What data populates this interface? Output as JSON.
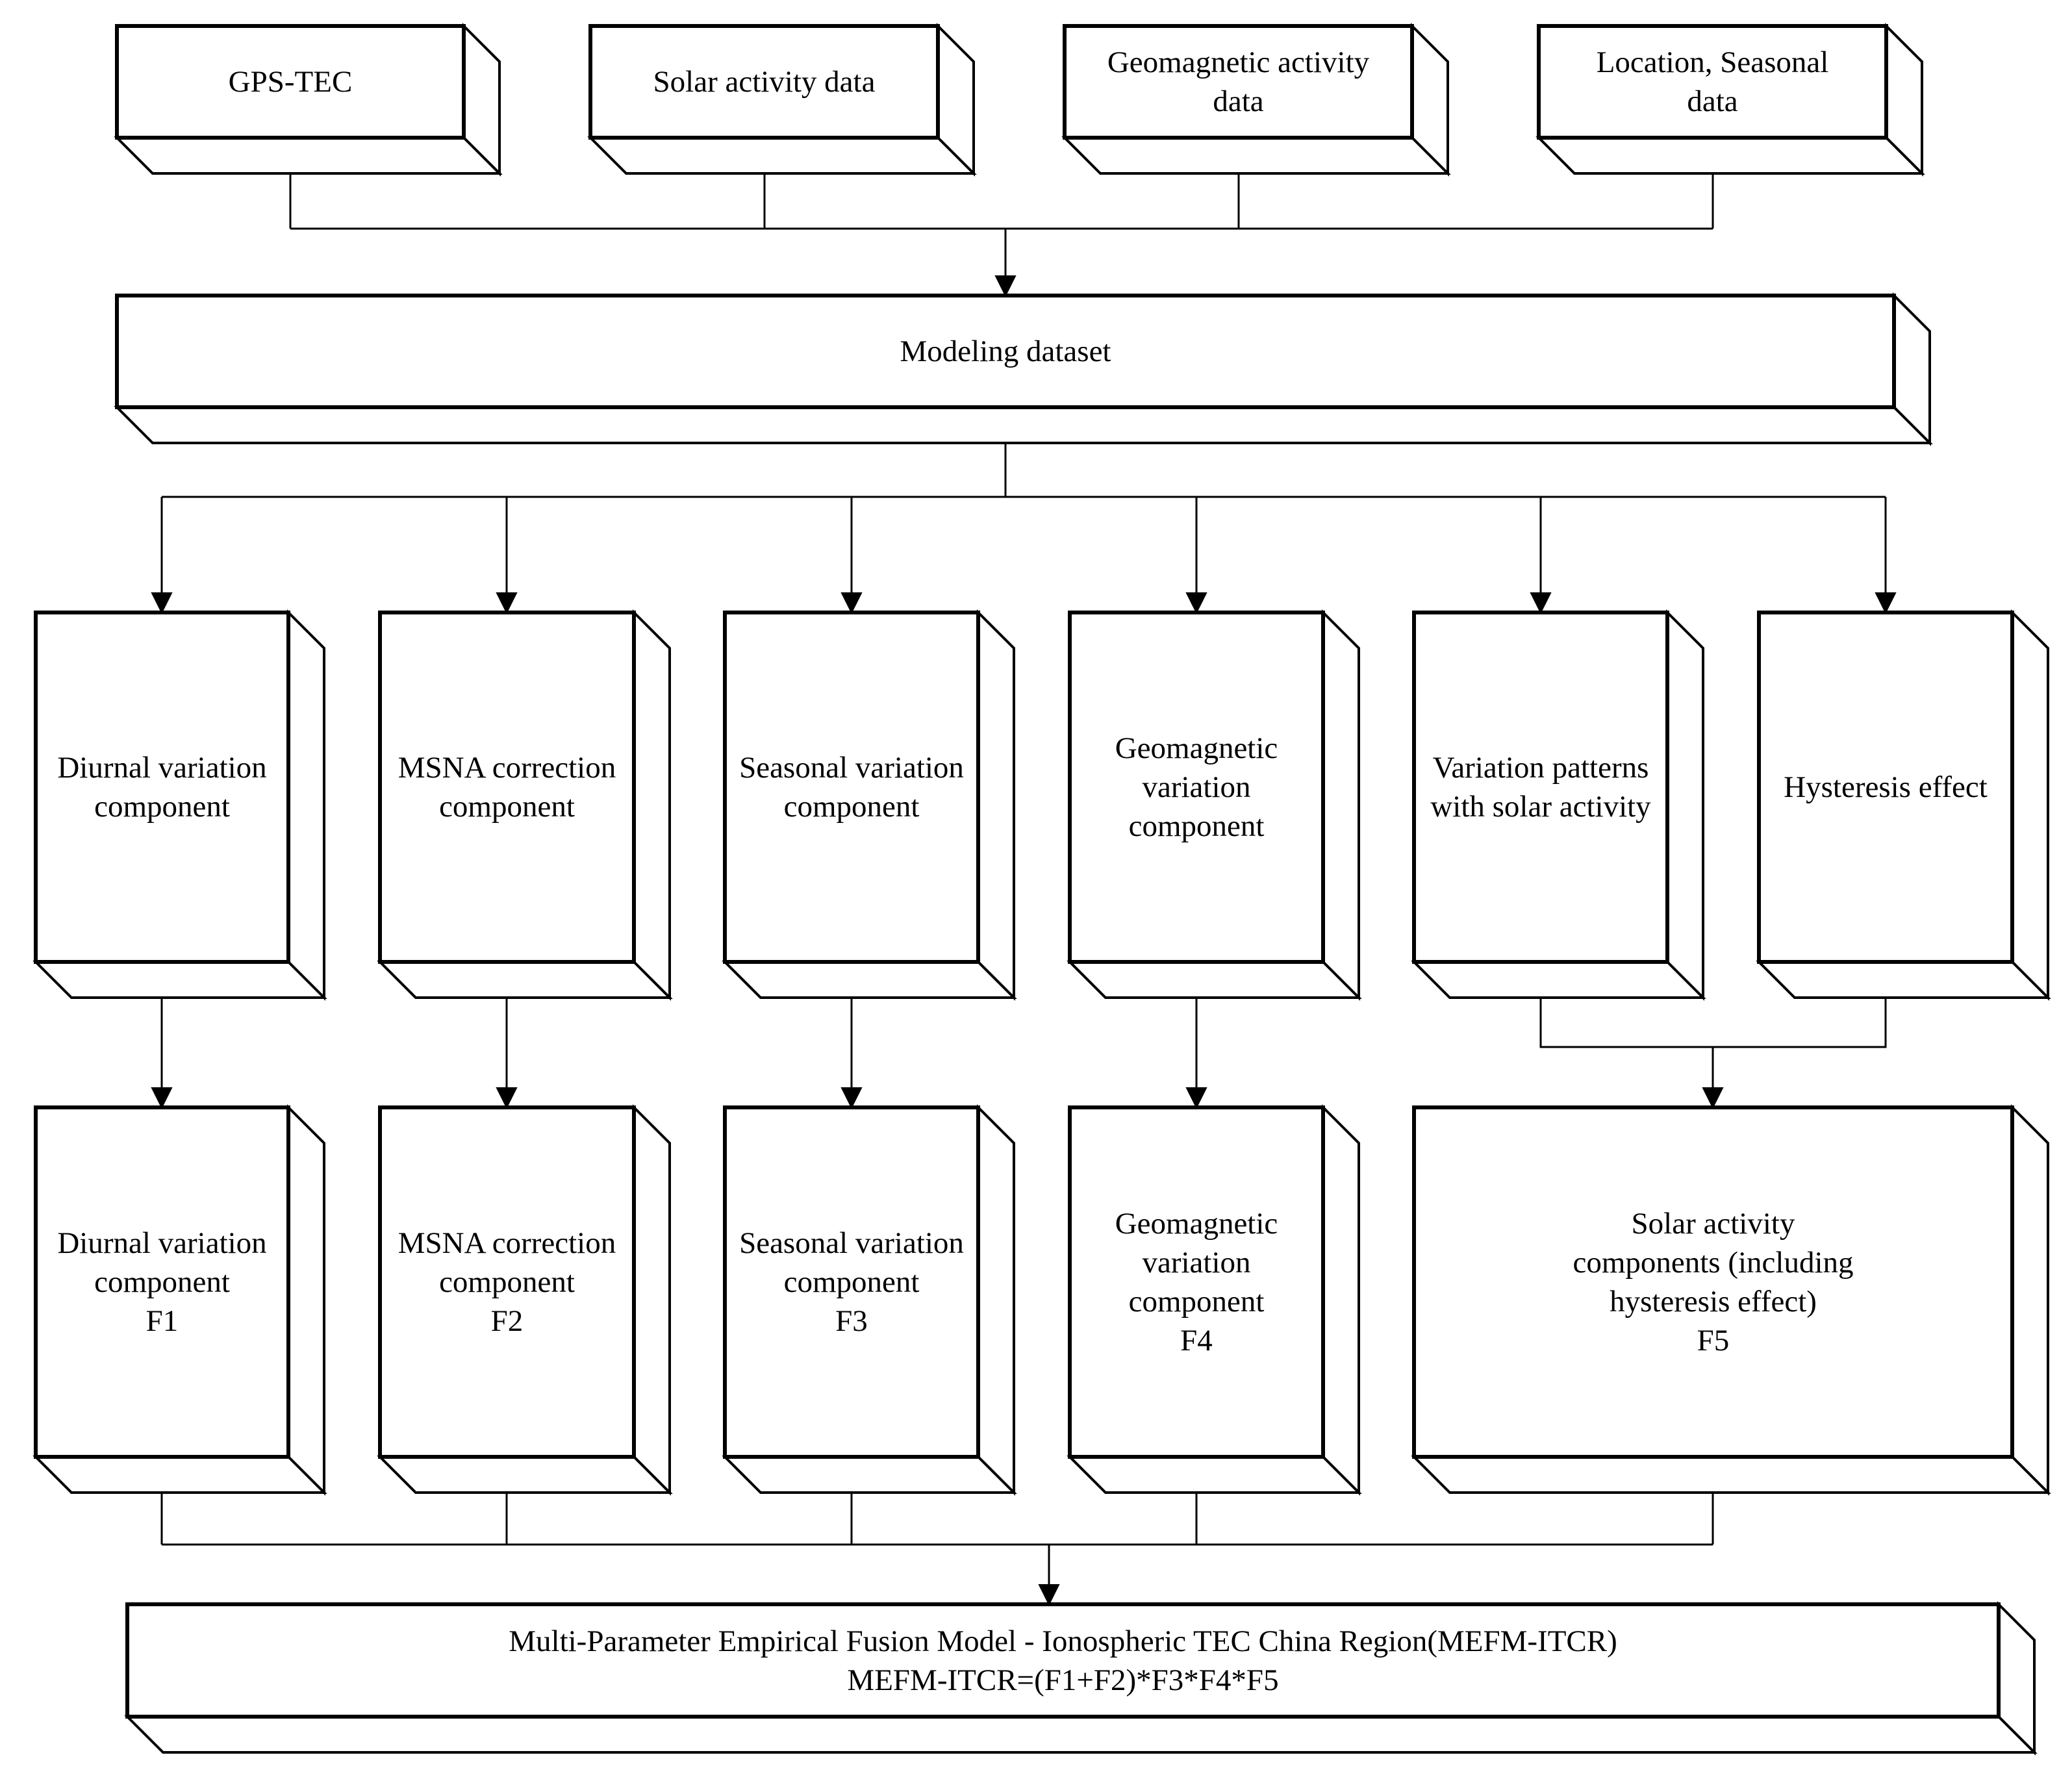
{
  "colors": {
    "stroke": "#000000",
    "background": "#ffffff"
  },
  "nodes": {
    "gps_tec": "GPS-TEC",
    "solar_data": "Solar activity data",
    "geomag_data": "Geomagnetic activity\ndata",
    "location_data": "Location,  Seasonal\ndata",
    "modeling_dataset": "Modeling dataset",
    "diurnal": "Diurnal variation\ncomponent",
    "msna": "MSNA correction\ncomponent",
    "seasonal": "Seasonal variation\ncomponent",
    "geomag": "Geomagnetic\nvariation\ncomponent",
    "solar_patterns": "Variation patterns\nwith solar activity",
    "hysteresis": "Hysteresis effect",
    "f1": "Diurnal variation\ncomponent\nF1",
    "f2": "MSNA correction\ncomponent\nF2",
    "f3": "Seasonal variation\ncomponent\nF3",
    "f4": "Geomagnetic\nvariation\ncomponent\nF4",
    "f5": "Solar activity\ncomponents (including\nhysteresis effect)\nF5",
    "final_model": "Multi-Parameter Empirical Fusion Model - Ionospheric TEC China Region(MEFM-ITCR)\nMEFM-ITCR=(F1+F2)*F3*F4*F5"
  }
}
